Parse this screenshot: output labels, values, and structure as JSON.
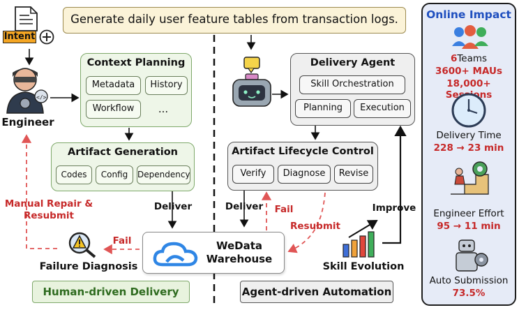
{
  "intent_text": "Generate daily user feature tables from transaction logs.",
  "intent_label": "Intent",
  "engineer_label": "Engineer",
  "context_planning": {
    "title": "Context Planning",
    "chips": [
      "Metadata",
      "History",
      "Workflow",
      "..."
    ]
  },
  "artifact_generation": {
    "title": "Artifact Generation",
    "chips": [
      "Codes",
      "Config",
      "Dependency"
    ]
  },
  "deliver_left": "Deliver",
  "deliver_right": "Deliver",
  "manual_repair": "Manual Repair &\nResubmit",
  "fail_left": "Fail",
  "failure_diagnosis": "Failure Diagnosis",
  "warehouse": {
    "name_line1": "WeData",
    "name_line2": "Warehouse"
  },
  "human_driven": "Human-driven Delivery",
  "agent_driven": "Agent-driven Automation",
  "delivery_agent": {
    "title": "Delivery Agent",
    "chips": [
      "Skill Orchestration",
      "Planning",
      "Execution"
    ]
  },
  "lifecycle": {
    "title": "Artifact Lifecycle Control",
    "chips": [
      "Verify",
      "Diagnose",
      "Revise"
    ]
  },
  "fail_right": "Fail",
  "resubmit": "Resubmit",
  "improve": "Improve",
  "skill_evolution": "Skill Evolution",
  "online_impact": {
    "title": "Online Impact",
    "teams_value": "6",
    "teams_label": "Teams",
    "maus": "3600+ MAUs",
    "sessions": "18,000+ Sessions",
    "delivery_time_label": "Delivery Time",
    "delivery_time_values": "228 → 23 min",
    "engineer_effort_label": "Engineer Effort",
    "engineer_effort_values": "95 → 11 min",
    "auto_submission_label": "Auto Submission",
    "auto_submission_value": "73.5%"
  },
  "colors": {
    "red": "#c62828",
    "green_title": "#2e6b1f",
    "blue_title": "#1f4fbf",
    "cloud": "#2f86e5"
  }
}
